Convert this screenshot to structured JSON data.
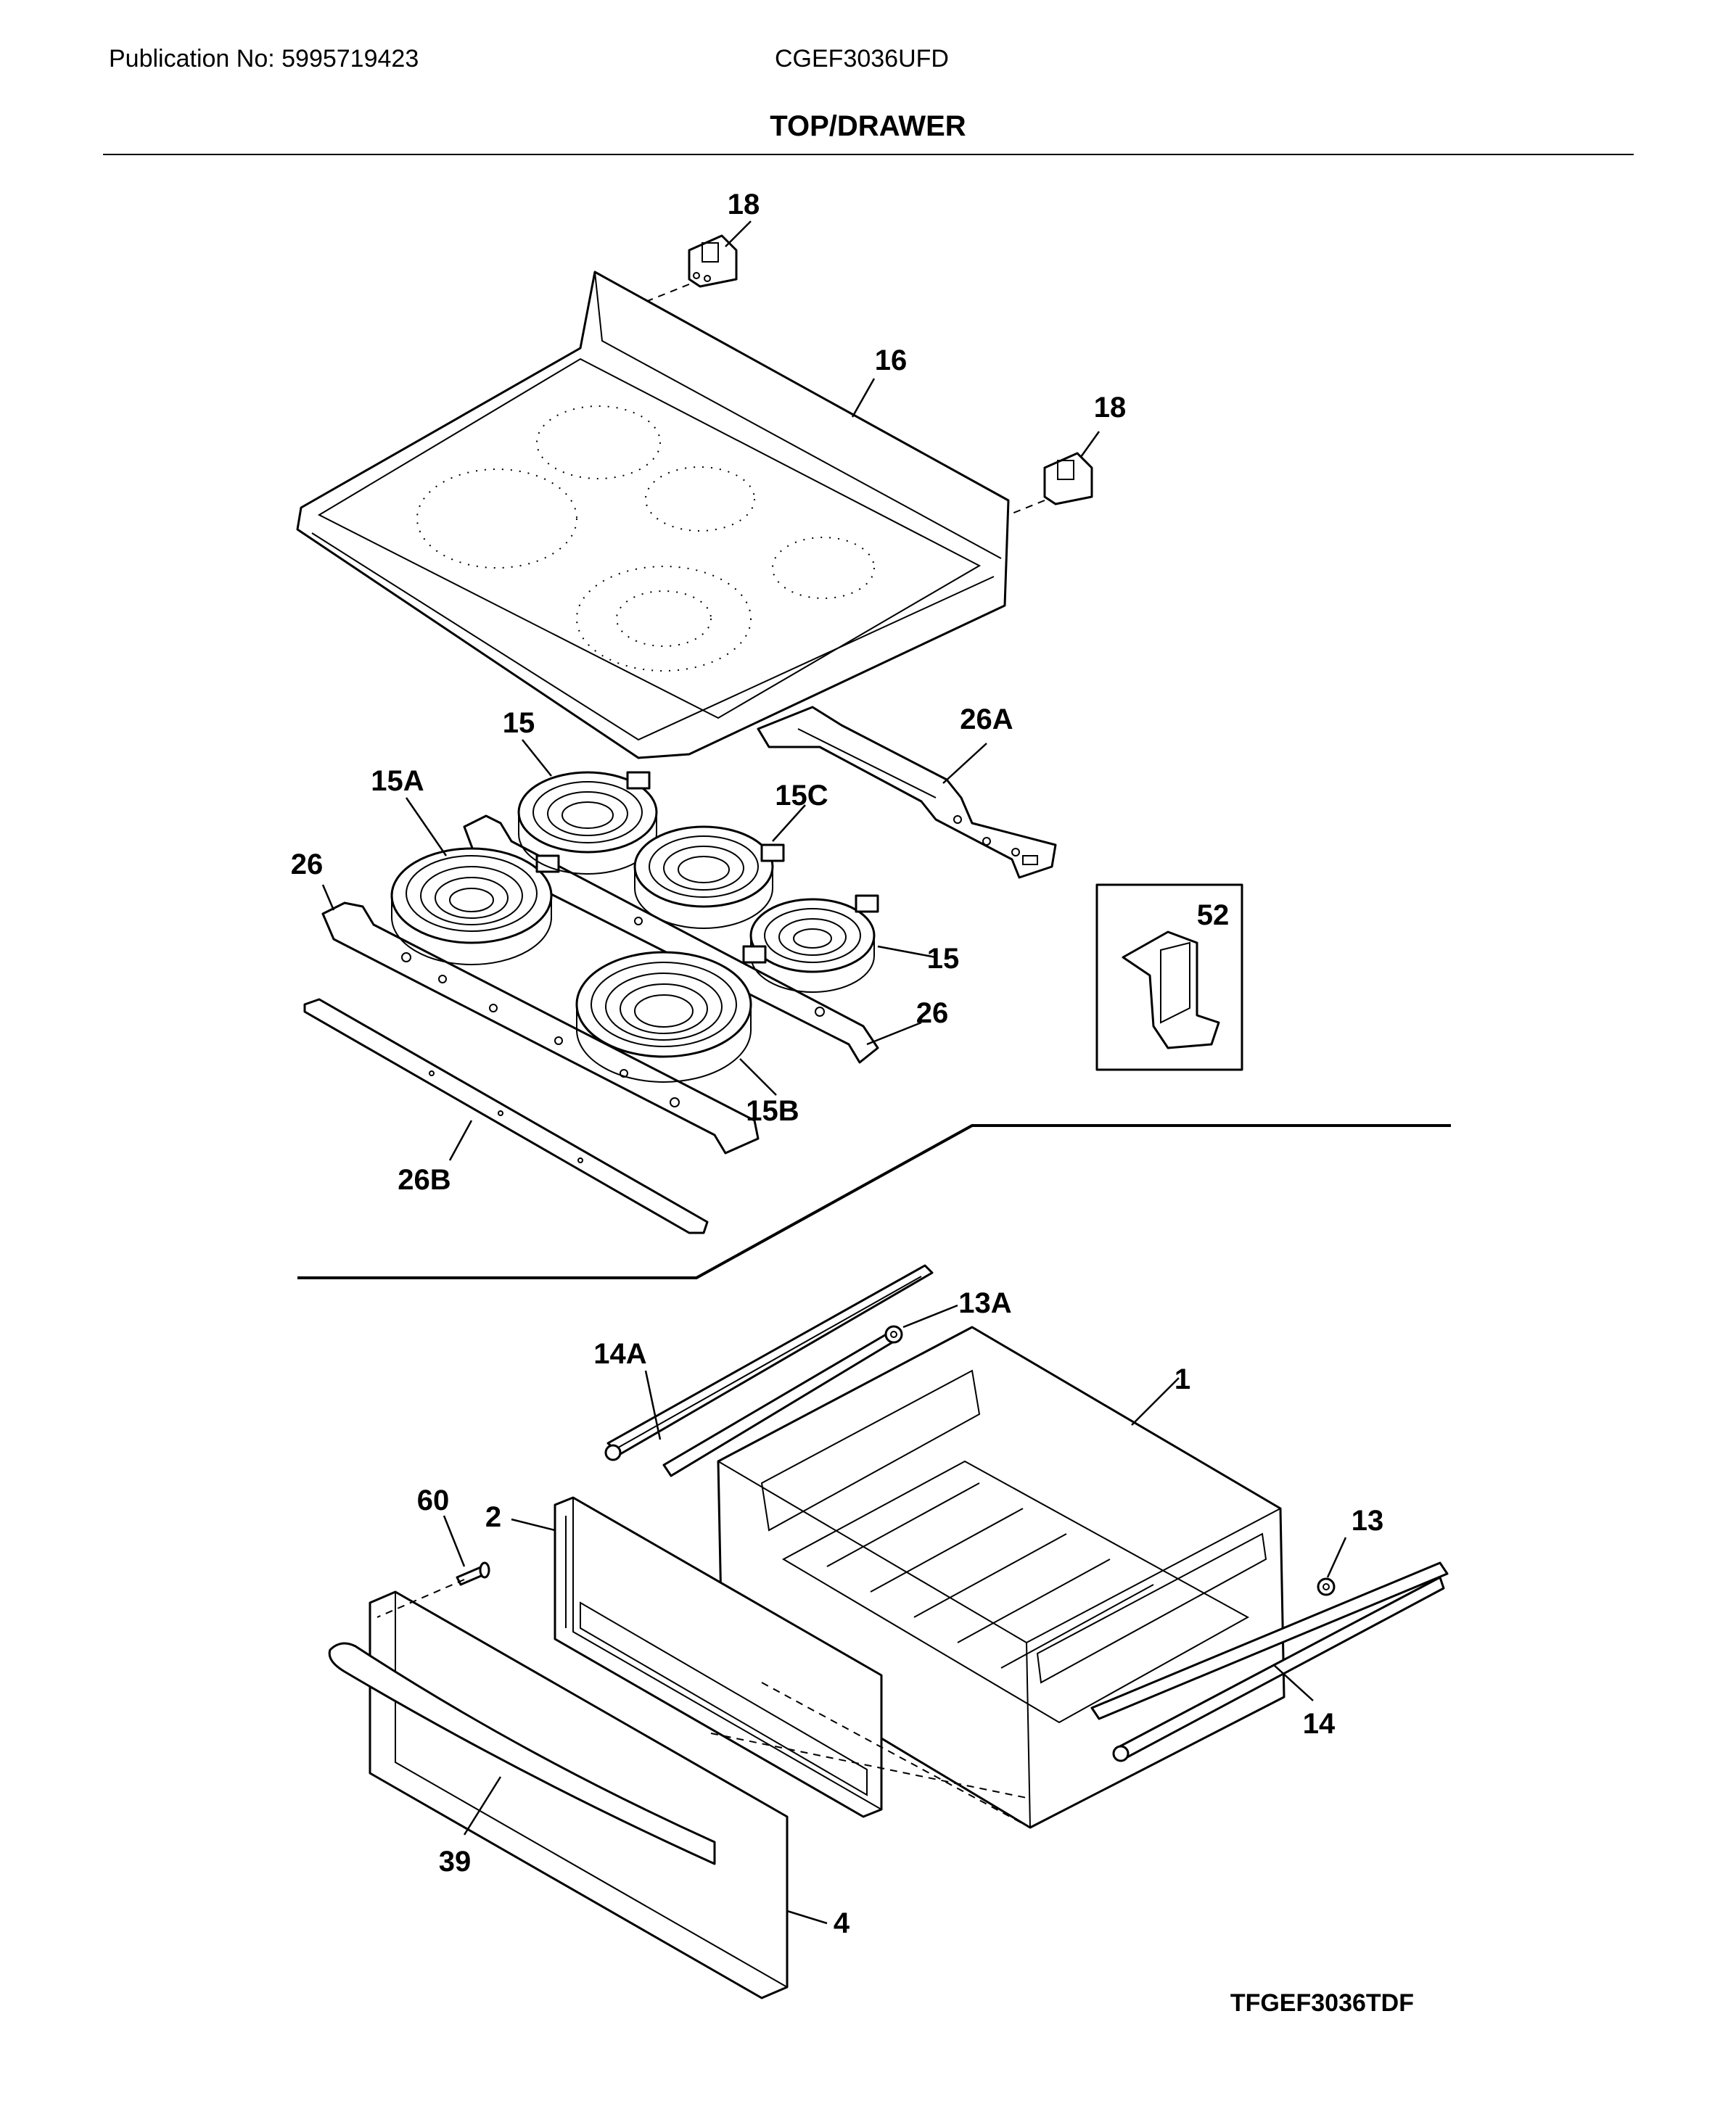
{
  "header": {
    "publication": "Publication No: 5995719423",
    "model": "CGEF3036UFD",
    "title": "TOP/DRAWER"
  },
  "footer": {
    "code": "TFGEF3036TDF"
  },
  "parts": {
    "p18a": "18",
    "p16": "16",
    "p18b": "18",
    "p15a_top": "15",
    "p26a": "26A",
    "p15A": "15A",
    "p15C": "15C",
    "p26_left": "26",
    "p52": "52",
    "p15_right": "15",
    "p26_right": "26",
    "p15B": "15B",
    "p26B": "26B",
    "p13A": "13A",
    "p14A": "14A",
    "p1": "1",
    "p60": "60",
    "p2": "2",
    "p13": "13",
    "p14": "14",
    "p39": "39",
    "p4": "4"
  }
}
